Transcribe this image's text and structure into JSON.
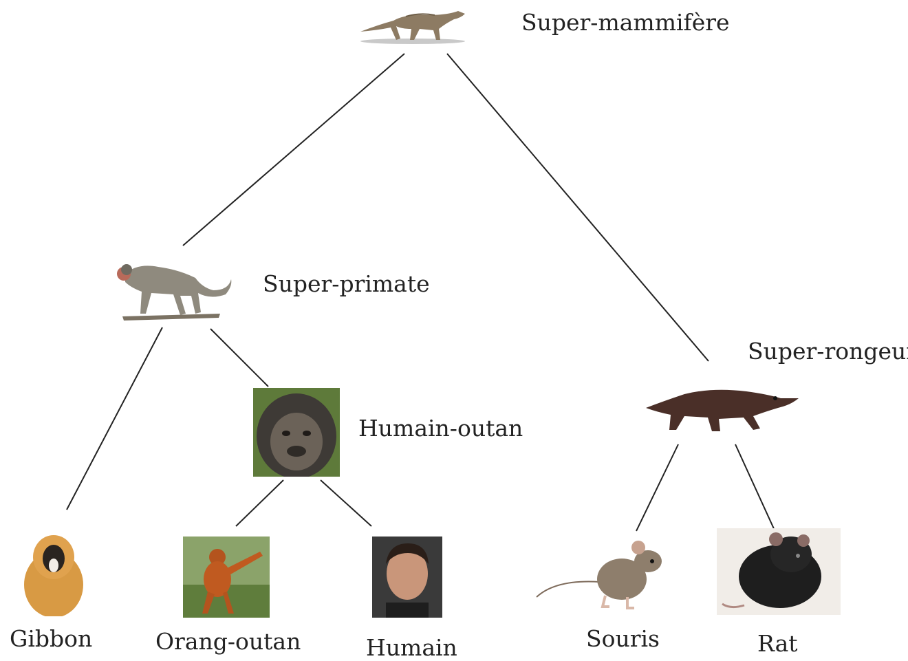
{
  "nodes": {
    "super_mammifere": {
      "label": "Super-mammifère",
      "image": "early-mammal-illustration"
    },
    "super_primate": {
      "label": "Super-primate",
      "image": "early-primate-illustration"
    },
    "humain_outan": {
      "label": "Humain-outan",
      "image": "ape-face-photo"
    },
    "super_rongeur": {
      "label": "Super-rongeur",
      "image": "early-rodent-illustration"
    },
    "gibbon": {
      "label": "Gibbon",
      "image": "gibbon-photo"
    },
    "orang_outan": {
      "label": "Orang-outan",
      "image": "orangutan-photo"
    },
    "humain": {
      "label": "Humain",
      "image": "human-face-photo"
    },
    "souris": {
      "label": "Souris",
      "image": "mouse-photo"
    },
    "rat": {
      "label": "Rat",
      "image": "rat-photo"
    }
  },
  "edges": [
    [
      "super_mammifere",
      "super_primate"
    ],
    [
      "super_mammifere",
      "super_rongeur"
    ],
    [
      "super_primate",
      "gibbon"
    ],
    [
      "super_primate",
      "humain_outan"
    ],
    [
      "humain_outan",
      "orang_outan"
    ],
    [
      "humain_outan",
      "humain"
    ],
    [
      "super_rongeur",
      "souris"
    ],
    [
      "super_rongeur",
      "rat"
    ]
  ]
}
